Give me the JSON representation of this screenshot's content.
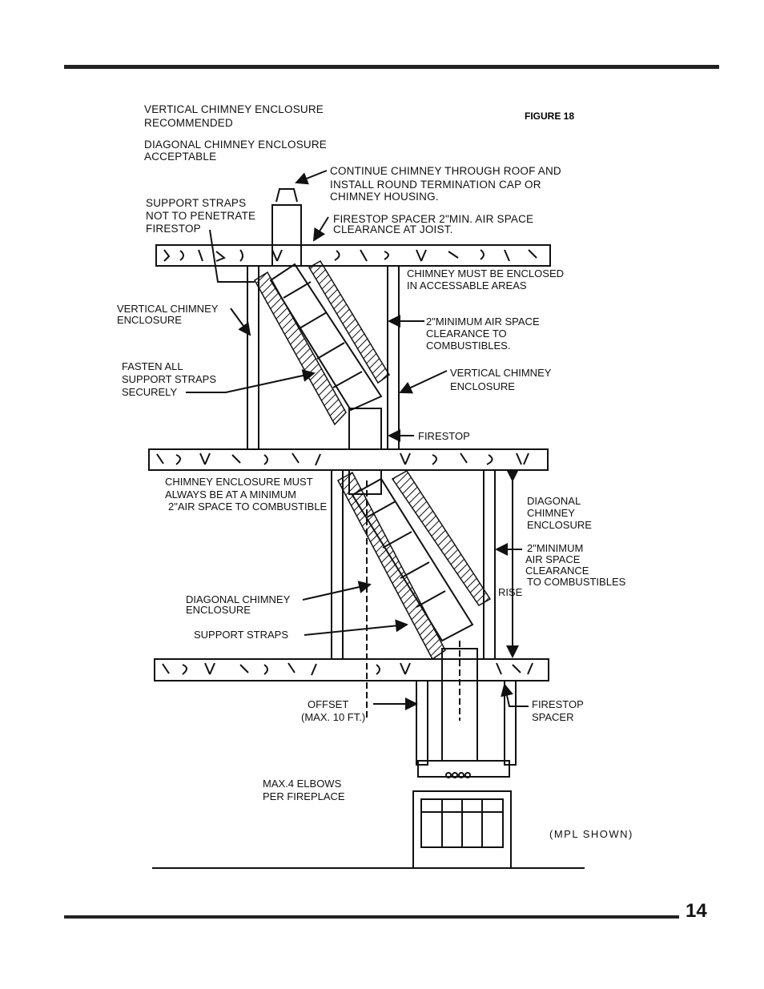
{
  "figure_label": "FIGURE 18",
  "page_number": "14",
  "header_notes": {
    "vertical_line1": "VERTICAL CHIMNEY ENCLOSURE",
    "vertical_line2": "RECOMMENDED",
    "diagonal_line1": "DIAGONAL CHIMNEY ENCLOSURE",
    "diagonal_line2": "ACCEPTABLE"
  },
  "callouts": {
    "continue_chimney": [
      "CONTINUE CHIMNEY THROUGH ROOF AND",
      "INSTALL ROUND TERMINATION CAP OR",
      "CHIMNEY HOUSING."
    ],
    "support_straps_not": [
      "SUPPORT STRAPS",
      "NOT TO PENETRATE",
      "FIRESTOP"
    ],
    "firestop_spacer_joist": [
      "FIRESTOP SPACER 2\"MIN. AIR SPACE",
      "CLEARANCE AT JOIST."
    ],
    "must_be_enclosed": [
      "CHIMNEY MUST BE ENCLOSED",
      "IN ACCESSABLE AREAS"
    ],
    "vertical_enclosure_left": [
      "VERTICAL CHIMNEY",
      "ENCLOSURE"
    ],
    "min_air_space_upper": [
      "2\"MINIMUM AIR SPACE",
      "CLEARANCE TO",
      "COMBUSTIBLES."
    ],
    "fasten_straps": [
      "FASTEN ALL",
      "SUPPORT STRAPS",
      "SECURELY"
    ],
    "vertical_enclosure_right": [
      "VERTICAL CHIMNEY",
      "ENCLOSURE"
    ],
    "firestop": "FIRESTOP",
    "enclosure_min": [
      "CHIMNEY ENCLOSURE MUST",
      "ALWAYS BE AT A MINIMUM",
      "2\"AIR SPACE TO COMBUSTIBLE"
    ],
    "diagonal_enclosure_right": [
      "DIAGONAL",
      "CHIMNEY",
      "ENCLOSURE"
    ],
    "min_air_space_lower": [
      "2\"MINIMUM",
      "AIR SPACE",
      "CLEARANCE",
      "TO COMBUSTIBLES"
    ],
    "rise": "RISE",
    "diagonal_enclosure_left": [
      "DIAGONAL CHIMNEY",
      "ENCLOSURE"
    ],
    "support_straps": "SUPPORT STRAPS",
    "offset": [
      "OFFSET",
      "(MAX. 10 FT.)"
    ],
    "firestop_spacer": [
      "FIRESTOP",
      "SPACER"
    ],
    "max_elbows": [
      "MAX.4 ELBOWS",
      "PER FIREPLACE"
    ],
    "mpl_shown": "(MPL SHOWN)"
  }
}
